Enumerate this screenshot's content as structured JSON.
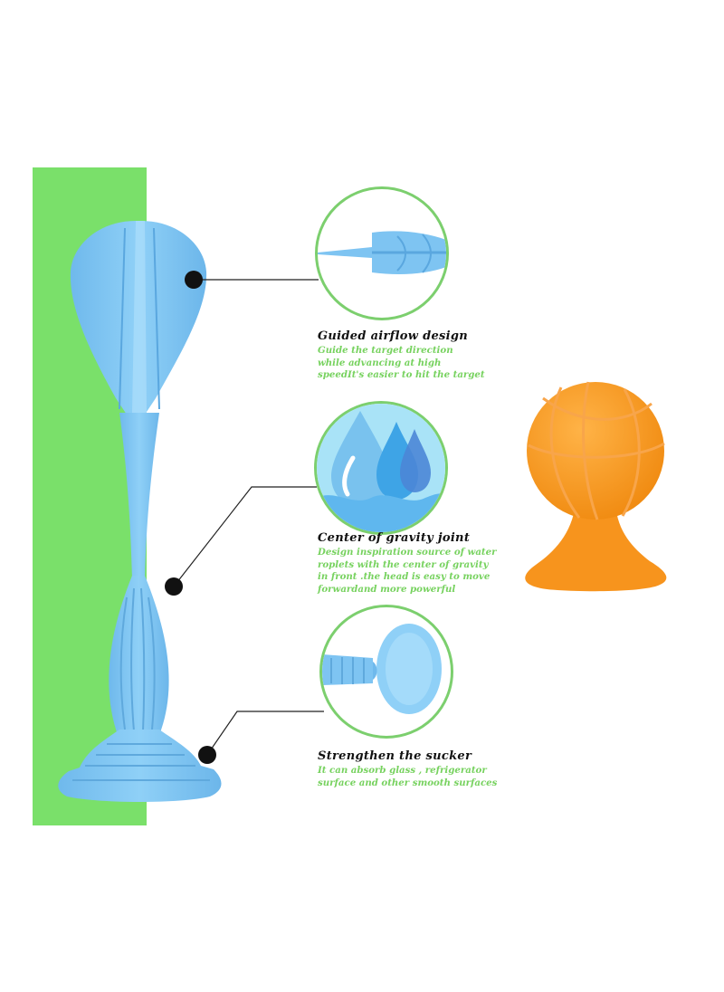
{
  "features": [
    {
      "title": "Guided airflow design",
      "description": "Guide the target direction\nwhile advancing at high\nspeedIt's easier to hit the target",
      "icon": "dart-fins-icon"
    },
    {
      "title": "Center of gravity joint",
      "description": "Design inspiration source of water\nroplets with the center of gravity\nin front .the head is easy to move\nforwardand more powerful",
      "icon": "water-drop-icon"
    },
    {
      "title": "Strengthen the sucker",
      "description": " It can absorb glass , refrigerator\nsurface and other smooth surfaces",
      "icon": "suction-cup-icon"
    }
  ],
  "colors": {
    "background_bar": "#7ae06a",
    "dart": "#7ec4f2",
    "ball": "#f7941d",
    "accent_text": "#77d25f",
    "circle_border": "#7ccf6e"
  }
}
